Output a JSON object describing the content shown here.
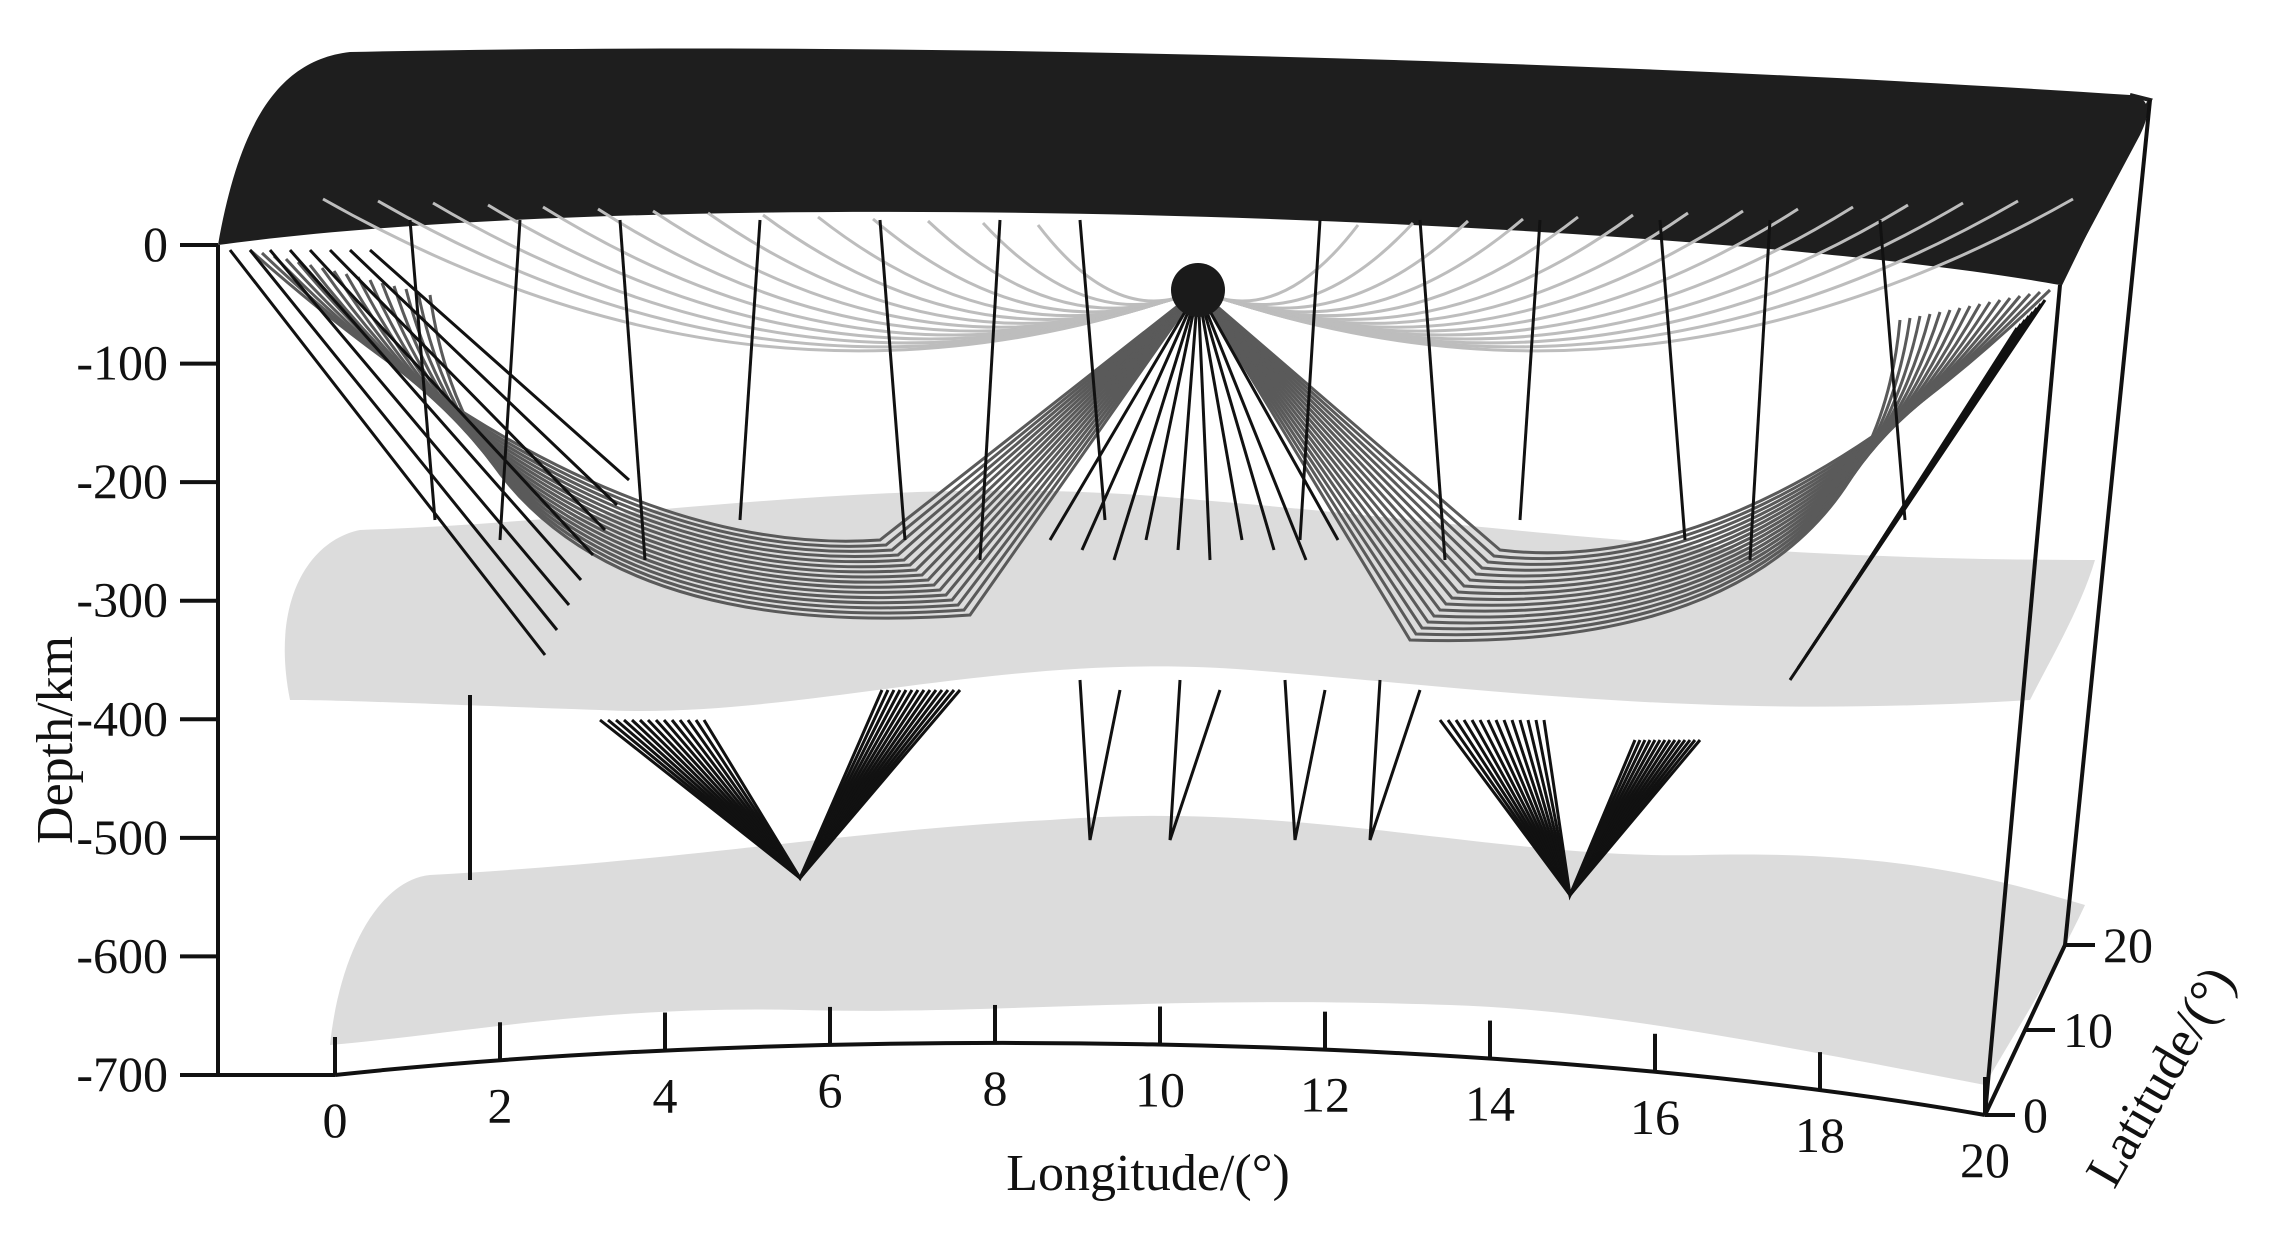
{
  "figure": {
    "depth_axis": {
      "title": "Depth/km",
      "ticks": [
        "0",
        "-100",
        "-200",
        "-300",
        "-400",
        "-500",
        "-600",
        "-700"
      ],
      "tick_values": [
        0,
        -100,
        -200,
        -300,
        -400,
        -500,
        -600,
        -700
      ],
      "range": [
        -700,
        0
      ]
    },
    "longitude_axis": {
      "title": "Longitude/(°)",
      "ticks": [
        "0",
        "2",
        "4",
        "6",
        "8",
        "10",
        "12",
        "14",
        "16",
        "18",
        "20"
      ],
      "tick_values": [
        0,
        2,
        4,
        6,
        8,
        10,
        12,
        14,
        16,
        18,
        20
      ],
      "range": [
        0,
        20
      ]
    },
    "latitude_axis": {
      "title": "Latitude/(°)",
      "ticks": [
        "0",
        "10",
        "20"
      ],
      "tick_values": [
        0,
        10,
        20
      ],
      "range": [
        0,
        20
      ]
    },
    "source": {
      "longitude": 10.5,
      "depth_km": -30,
      "symbol": "source-dot"
    },
    "discontinuities": [
      {
        "name": "",
        "approx_depth_km": -330,
        "color": "#dcdcdc"
      },
      {
        "name": "",
        "approx_depth_km": -600,
        "color": "#dcdcdc"
      }
    ],
    "colors": {
      "surface_cap": "#1e1e1e",
      "interface": "#dcdcdc",
      "ray_light": "#bdbdbd",
      "ray_mid": "#5a5a5a",
      "ray_dark": "#111111"
    }
  }
}
